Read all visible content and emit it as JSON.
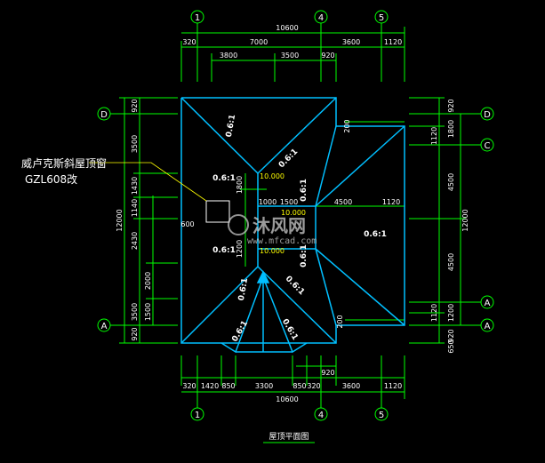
{
  "colors": {
    "background": "#000000",
    "roof": "#00bfff",
    "dimension": "#00ff00",
    "text": "#ffffff",
    "elevation": "#ffff00"
  },
  "axes": {
    "ax1": "1",
    "ax4": "4",
    "ax5": "5",
    "axD": "D",
    "axC": "C",
    "axA": "A",
    "axA1": "A"
  },
  "top_dims": {
    "total": "10600",
    "d320": "320",
    "d7000": "7000",
    "d3600": "3600",
    "d1120": "1120",
    "d3800": "3800",
    "d3500": "3500",
    "d920": "920"
  },
  "bottom_dims": {
    "total": "10600",
    "d320": "320",
    "d1420": "1420",
    "d850a": "850",
    "d3300": "3300",
    "d850b": "850",
    "d320b": "320",
    "d3600": "3600",
    "d1120": "1120",
    "d920": "920"
  },
  "left_dims": {
    "total": "12000",
    "d920a": "920",
    "d3500": "3500",
    "d1430": "1430",
    "d1140": "1140",
    "d2430": "2430",
    "d2000": "2000",
    "d3500b": "3500",
    "d1500": "1500",
    "d920b": "920"
  },
  "right_dims": {
    "total": "12000",
    "d920": "920",
    "d1120a": "1120",
    "d1800": "1800",
    "d4500a": "4500",
    "d4500b": "4500",
    "d1120b": "1120",
    "d1200": "1200",
    "d650": "650",
    "d920b": "920"
  },
  "slopes": {
    "s1": "0.6:1",
    "s2": "0.6:1",
    "s3": "0.6:1",
    "s4": "0.6:1",
    "s5": "0.6:1",
    "s6": "0.6:1",
    "s7": "0.6:1",
    "s8": "0.6:1",
    "s9": "0.6:1",
    "s10": "0.6:1",
    "s11": "0.6:1"
  },
  "elevations": {
    "e1": "10.000",
    "e2": "10.000",
    "e3": "10.000"
  },
  "inner_dims": {
    "d1000": "1000",
    "d1500": "1500",
    "d4500": "4500",
    "d1120": "1120",
    "d600": "600",
    "d1800": "1800",
    "d1200": "1200",
    "d200a": "200",
    "d200b": "200"
  },
  "note": {
    "line1": "威卢克斯斜屋顶窗",
    "line2": "GZL608改"
  },
  "title": "屋顶平面图",
  "watermark": {
    "text": "沐风网",
    "url": "www.mfcad.com"
  }
}
